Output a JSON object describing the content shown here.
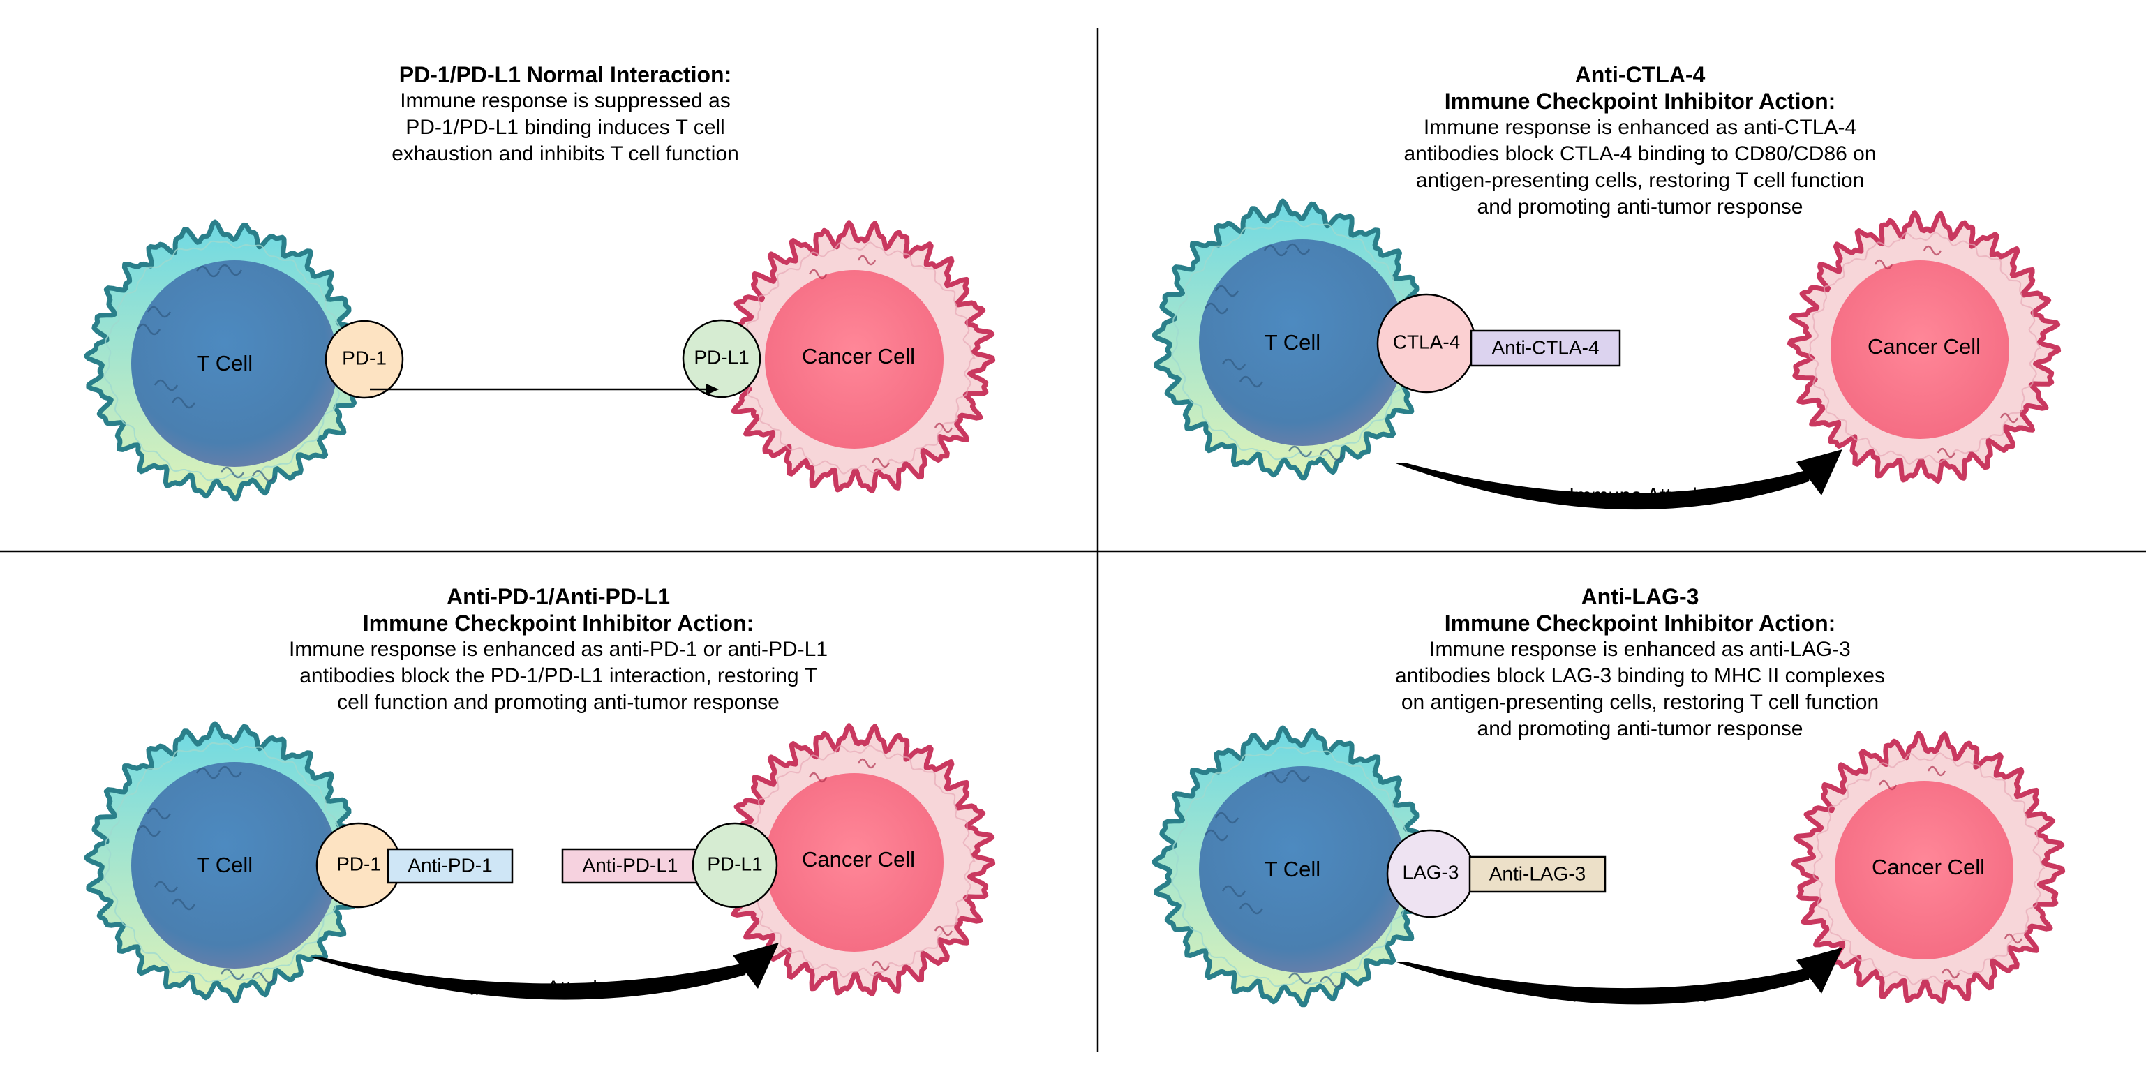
{
  "panels": [
    {
      "id": "pd1-normal",
      "title_lines": [
        "PD-1/PD-L1 Normal Interaction:"
      ],
      "desc_lines": [
        "Immune response is suppressed as",
        "PD-1/PD-L1 binding induces T cell",
        "exhaustion and inhibits T cell function"
      ],
      "t_cell_label": "T Cell",
      "cancer_cell_label": "Cancer Cell",
      "receptor_label": "PD-1",
      "ligand_label": "PD-L1"
    },
    {
      "id": "anti-ctla4",
      "title_lines": [
        "Anti-CTLA-4",
        "Immune Checkpoint Inhibitor Action:"
      ],
      "desc_lines": [
        "Immune response is enhanced as anti-CTLA-4",
        "antibodies block CTLA-4 binding to CD80/CD86 on",
        "antigen-presenting cells, restoring T cell function",
        "and promoting anti-tumor response"
      ],
      "t_cell_label": "T Cell",
      "cancer_cell_label": "Cancer Cell",
      "receptor_label": "CTLA-4",
      "antibody_label": "Anti-CTLA-4",
      "attack_label": "Immune Attack"
    },
    {
      "id": "anti-pd1-pdl1",
      "title_lines": [
        "Anti-PD-1/Anti-PD-L1",
        "Immune Checkpoint Inhibitor Action:"
      ],
      "desc_lines": [
        "Immune response is enhanced as anti-PD-1 or anti-PD-L1",
        "antibodies block the PD-1/PD-L1 interaction, restoring T",
        "cell function and promoting anti-tumor response"
      ],
      "t_cell_label": "T Cell",
      "cancer_cell_label": "Cancer Cell",
      "receptor_label": "PD-1",
      "antibody_label": "Anti-PD-1",
      "ligand_label": "PD-L1",
      "ligand_antibody_label": "Anti-PD-L1",
      "attack_label": "Immune Attack"
    },
    {
      "id": "anti-lag3",
      "title_lines": [
        "Anti-LAG-3",
        "Immune Checkpoint Inhibitor Action:"
      ],
      "desc_lines": [
        "Immune response is enhanced as anti-LAG-3",
        "antibodies block LAG-3 binding to MHC II complexes",
        "on antigen-presenting cells, restoring T cell function",
        "and promoting anti-tumor response"
      ],
      "t_cell_label": "T Cell",
      "cancer_cell_label": "Cancer Cell",
      "receptor_label": "LAG-3",
      "antibody_label": "Anti-LAG-3",
      "attack_label": "Immune Attack"
    }
  ],
  "colors": {
    "t_cell_outline": "#2a7f8a",
    "t_cell_membrane_top": "#7ee0e6",
    "t_cell_membrane_bottom": "#d8efb8",
    "t_cell_nucleus": "#4a86b8",
    "cancer_outline": "#c9385f",
    "cancer_membrane": "#f7d6d9",
    "cancer_nucleus": "#fb7d8f",
    "pd1": "#fde3c2",
    "pdl1": "#d6ecd2",
    "ctla4": "#fbd0d2",
    "lag3": "#eee3f2",
    "anti_pd1": "#cfe6f6",
    "anti_pdl1": "#f6d2df",
    "anti_ctla4": "#dcd3ef",
    "anti_lag3": "#ece0c8"
  }
}
